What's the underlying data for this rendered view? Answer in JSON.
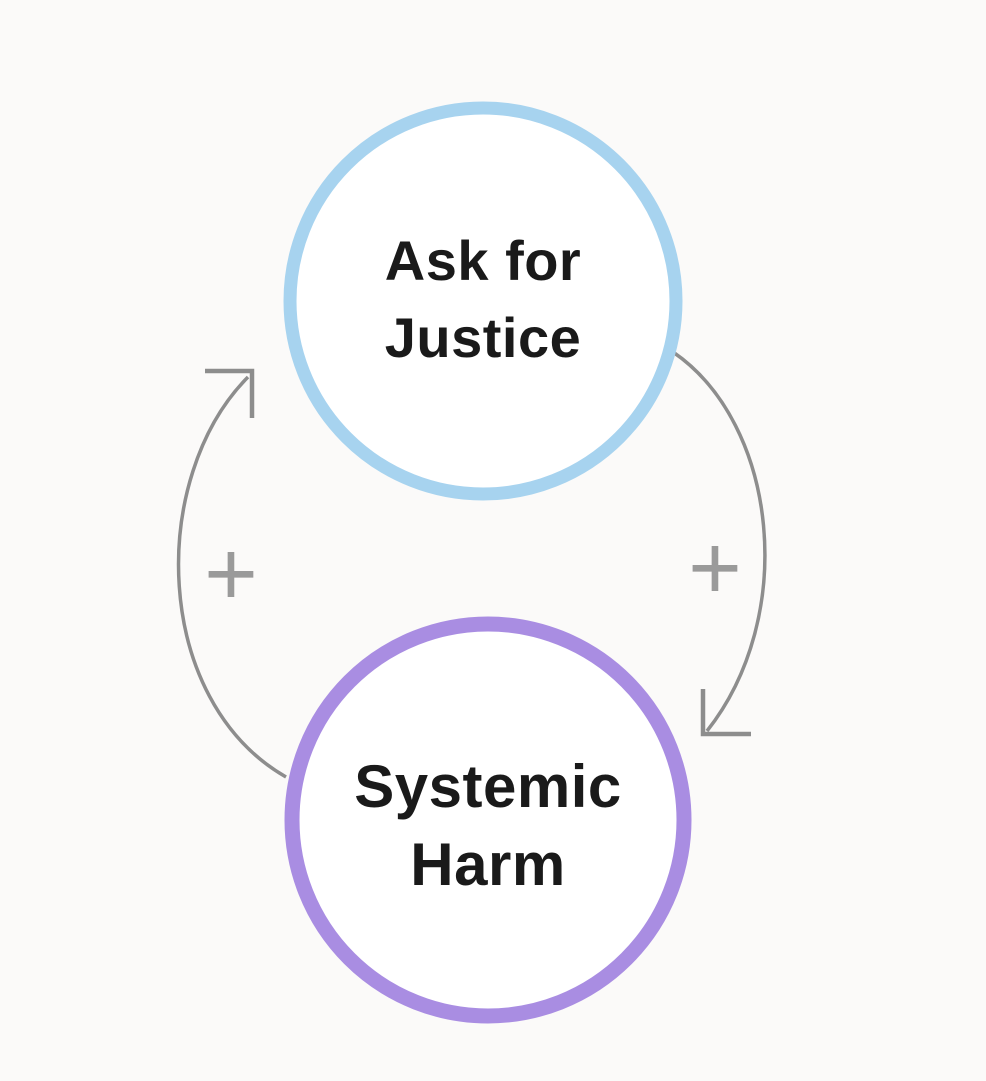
{
  "canvas": {
    "background_color": "#FBFAF9"
  },
  "diagram": {
    "type": "causal-loop-diagram",
    "nodes": [
      {
        "id": "ask-for-justice",
        "label_line1": "Ask for",
        "label_line2": "Justice",
        "border_color": "#A7D3EF",
        "fill_color": "#FFFFFF",
        "text_color": "#1A1A1A"
      },
      {
        "id": "systemic-harm",
        "label_line1": "Systemic",
        "label_line2": "Harm",
        "border_color": "#A98DE2",
        "fill_color": "#FFFFFF",
        "text_color": "#1A1A1A"
      }
    ],
    "edges": [
      {
        "id": "harm-to-justice",
        "from": "systemic-harm",
        "to": "ask-for-justice",
        "side": "left",
        "polarity": "+",
        "line_color": "#8D8D8D",
        "polarity_color": "#9A9A9A"
      },
      {
        "id": "justice-to-harm",
        "from": "ask-for-justice",
        "to": "systemic-harm",
        "side": "right",
        "polarity": "+",
        "line_color": "#8D8D8D",
        "polarity_color": "#9A9A9A"
      }
    ]
  }
}
